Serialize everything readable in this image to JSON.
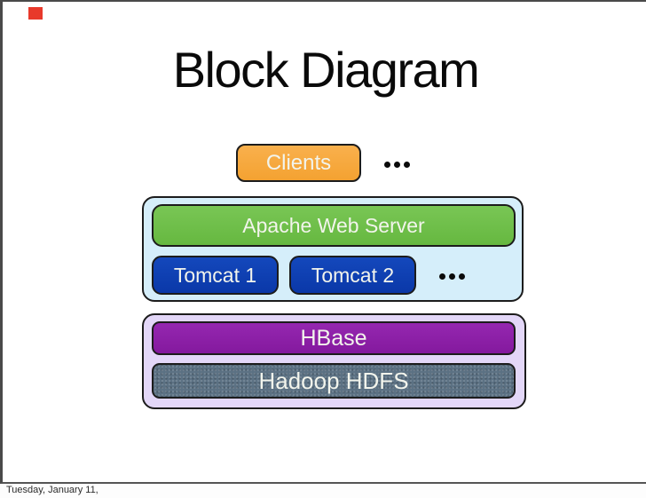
{
  "slide": {
    "title": "Block Diagram",
    "clients_tier": {
      "clients_label": "Clients"
    },
    "web_tier": {
      "apache_label": "Apache Web Server",
      "tomcat1_label": "Tomcat 1",
      "tomcat2_label": "Tomcat 2"
    },
    "data_tier": {
      "hbase_label": "HBase",
      "hadoop_label": "Hadoop HDFS"
    }
  },
  "footer": {
    "date_text": "Tuesday, January 11,"
  },
  "colors": {
    "clients_fill": "#F7A93C",
    "apache_fill": "#6FBF4A",
    "tomcat_fill": "#0C40B2",
    "web_tier_fill": "#D5EEFA",
    "hbase_fill": "#8E22A8",
    "hadoop_fill": "#5B7183",
    "data_tier_fill": "#E3D7F8",
    "box_stroke": "#1C1C1C",
    "marker_red": "#E8392B",
    "slide_border": "#4A4A4A"
  },
  "icons": {
    "clients_ellipsis": "ellipsis-icon",
    "tomcat_ellipsis": "ellipsis-icon"
  }
}
